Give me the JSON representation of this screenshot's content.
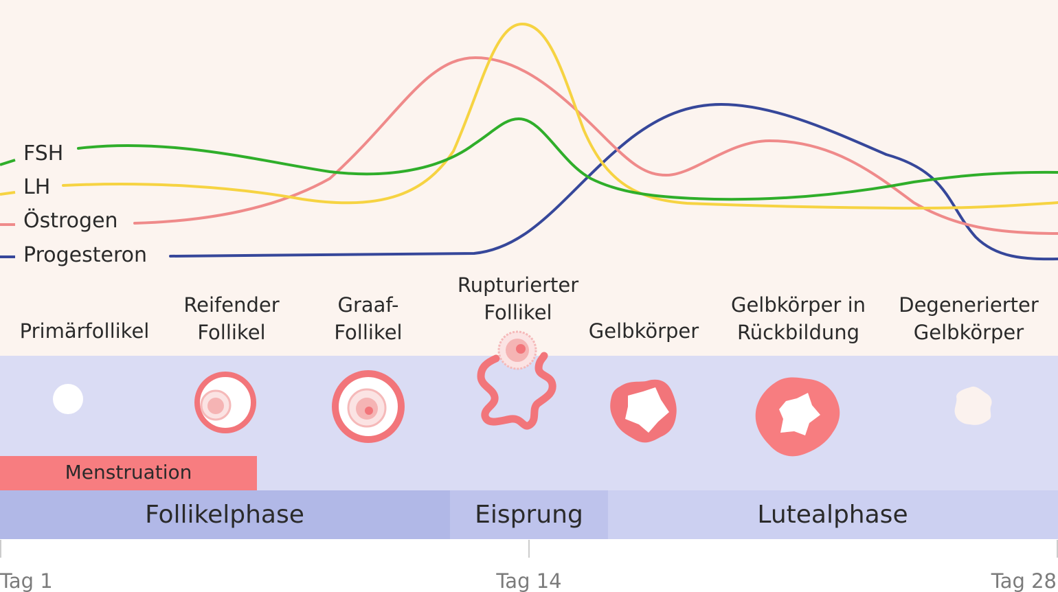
{
  "colors": {
    "background_top": "#fcf4ef",
    "background_band": "#dadcf4",
    "fsh": "#2fae2a",
    "lh": "#f6d342",
    "estrogen": "#ef8a8a",
    "progesterone": "#36479a",
    "follicle": "#f2757a",
    "follicle_light": "#f5b9b9",
    "menstruation": "#f77d80",
    "follicular_phase": "#b1b8e7",
    "ovulation_phase": "#bec3ec",
    "luteal_phase": "#ccd0f1",
    "text": "#2a2a2a",
    "axis_text": "#7b7b7b"
  },
  "hormones": {
    "fsh": "FSH",
    "lh": "LH",
    "estrogen": "Östrogen",
    "progesterone": "Progesteron"
  },
  "stages": {
    "primary": [
      "Primärfollikel"
    ],
    "maturing": [
      "Reifender",
      "Follikel"
    ],
    "graaf": [
      "Graaf-",
      "Follikel"
    ],
    "ruptured": [
      "Rupturierter",
      "Follikel"
    ],
    "corpus_luteum": [
      "Gelbkörper"
    ],
    "regressing": [
      "Gelbkörper in",
      "Rückbildung"
    ],
    "degenerated": [
      "Degenerierter",
      "Gelbkörper"
    ]
  },
  "menstruation": "Menstruation",
  "phases": {
    "follicular": "Follikelphase",
    "ovulation": "Eisprung",
    "luteal": "Lutealphase"
  },
  "axis": {
    "day1": "Tag 1",
    "day14": "Tag 14",
    "day28": "Tag 28"
  }
}
